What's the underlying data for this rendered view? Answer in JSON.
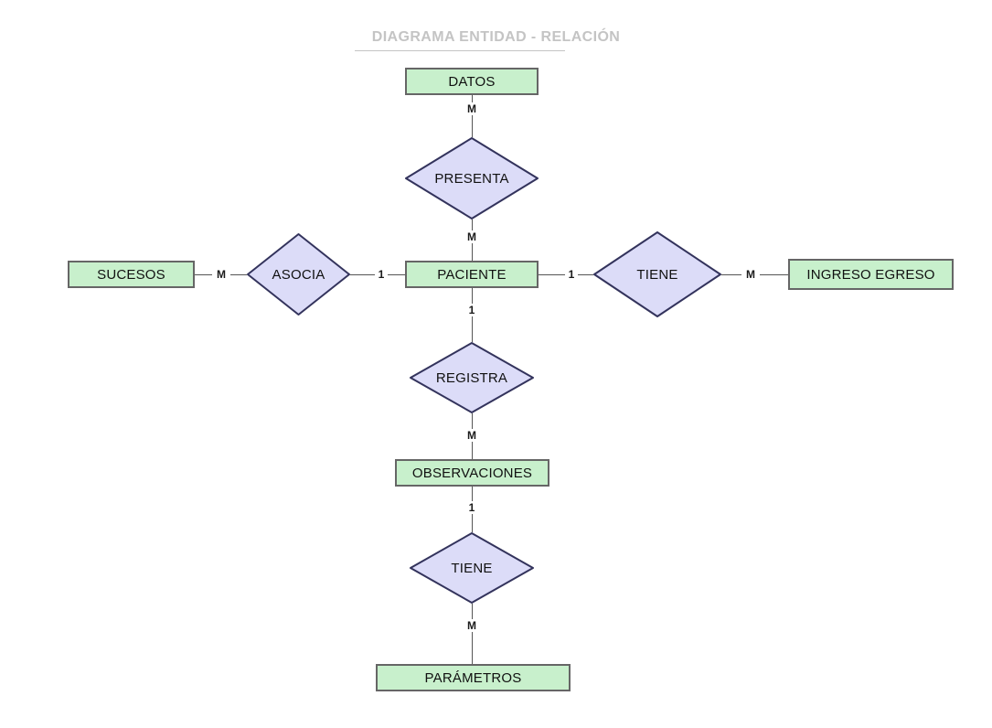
{
  "diagram": {
    "title": "DIAGRAMA ENTIDAD - RELACIÓN",
    "type": "entity-relationship",
    "colors": {
      "entity_fill": "#c8f0cc",
      "entity_border": "#666666",
      "relationship_fill": "#dcdcf8",
      "relationship_border": "#33335c",
      "connector": "#555555",
      "title": "#c4c4c4",
      "text": "#111111"
    },
    "entities": [
      {
        "id": "datos",
        "label": "DATOS"
      },
      {
        "id": "sucesos",
        "label": "SUCESOS"
      },
      {
        "id": "paciente",
        "label": "PACIENTE"
      },
      {
        "id": "ingreso_egreso",
        "label": "INGRESO EGRESO"
      },
      {
        "id": "observaciones",
        "label": "OBSERVACIONES"
      },
      {
        "id": "parametros",
        "label": "PARÁMETROS"
      }
    ],
    "relationships": [
      {
        "id": "presenta",
        "label": "PRESENTA"
      },
      {
        "id": "asocia",
        "label": "ASOCIA"
      },
      {
        "id": "tiene_ingreso",
        "label": "TIENE"
      },
      {
        "id": "registra",
        "label": "REGISTRA"
      },
      {
        "id": "tiene_parametros",
        "label": "TIENE"
      }
    ],
    "cardinalities": {
      "datos_presenta": "M",
      "presenta_paciente": "M",
      "sucesos_asocia": "M",
      "asocia_paciente": "1",
      "paciente_tiene": "1",
      "tiene_ingreso_egreso": "M",
      "paciente_registra": "1",
      "registra_observaciones": "M",
      "observaciones_tiene": "1",
      "tiene_parametros": "M"
    }
  }
}
